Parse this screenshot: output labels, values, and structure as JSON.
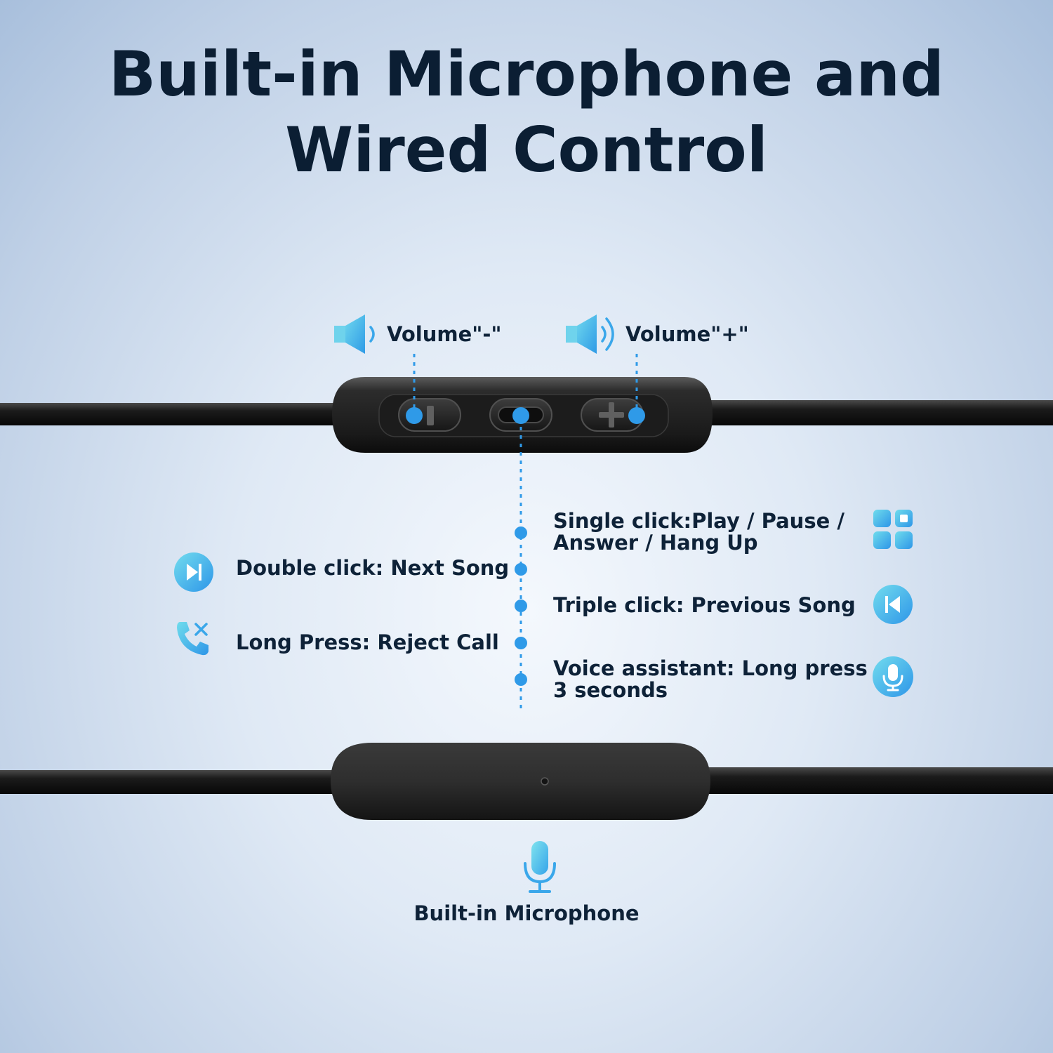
{
  "title": {
    "line1": "Built-in Microphone and",
    "line2": "Wired Control"
  },
  "controls": {
    "volume_down": {
      "label": "Volume\"-\"",
      "icon": "speaker-low-icon"
    },
    "volume_up": {
      "label": "Volume\"+\"",
      "icon": "speaker-high-icon"
    }
  },
  "functions": {
    "single_click": {
      "line1": "Single click:Play / Pause /",
      "line2": "Answer / Hang Up",
      "icon": "app-grid-icon"
    },
    "double_click": {
      "label": "Double click: Next Song",
      "icon": "next-track-icon"
    },
    "triple_click": {
      "label": "Triple click: Previous Song",
      "icon": "previous-track-icon"
    },
    "long_press": {
      "label": "Long Press: Reject Call",
      "icon": "reject-call-icon"
    },
    "voice_assistant": {
      "line1": "Voice assistant: Long press",
      "line2": "3 seconds",
      "icon": "microphone-icon"
    }
  },
  "microphone": {
    "caption": "Built-in Microphone",
    "icon": "microphone-icon"
  },
  "colors": {
    "accent": "#2f9ae8",
    "accent_light": "#5fd1ea",
    "text_dark": "#0e2238",
    "cable": "#1a1a1a"
  }
}
